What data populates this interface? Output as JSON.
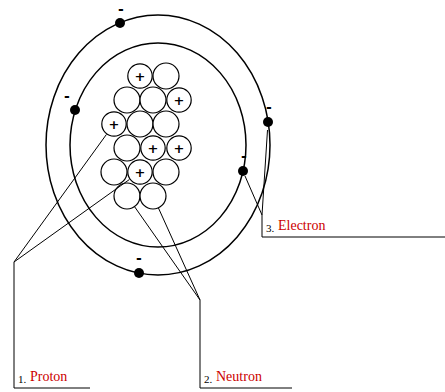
{
  "diagram": {
    "nodes": [
      {
        "text": [
          "+"
        ]
      },
      {
        "text": [
          "+"
        ]
      },
      {
        "text": [
          "+"
        ]
      },
      {
        "text": [
          "+"
        ]
      },
      {
        "text": [
          "+"
        ]
      },
      {
        "text": [
          "+"
        ]
      }
    ],
    "labels": [
      "1.",
      "Proton",
      "2.",
      "Neutron",
      "3.",
      "Electron",
      "-",
      "-",
      "-",
      "-",
      "-"
    ]
  }
}
